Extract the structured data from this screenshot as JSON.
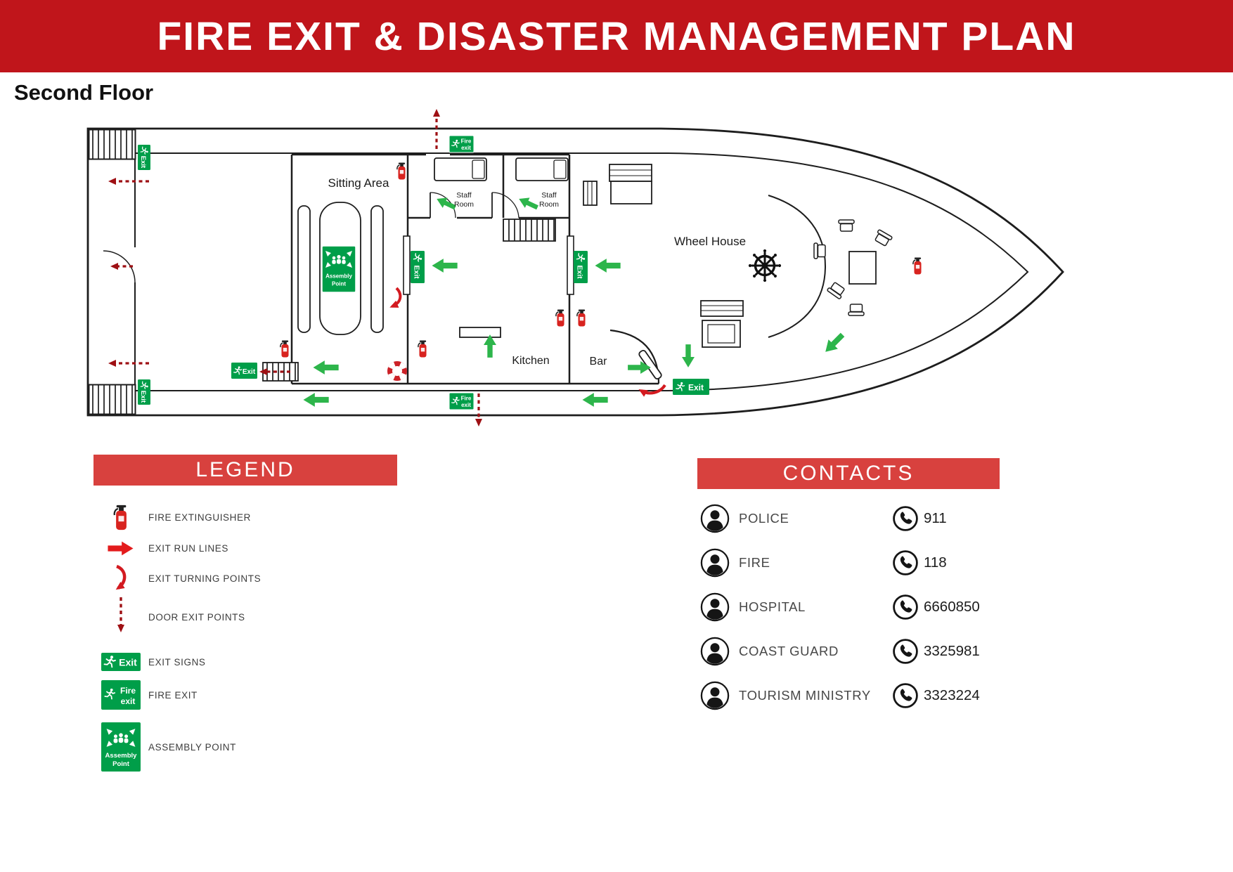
{
  "header": {
    "title": "FIRE EXIT & DISASTER MANAGEMENT PLAN"
  },
  "floor_label": "Second Floor",
  "diagram": {
    "rooms": {
      "sitting_area": "Sitting Area",
      "staff_room": {
        "line1": "Staff",
        "line2": "Room"
      },
      "wheel_house": "Wheel House",
      "kitchen": "Kitchen",
      "bar": "Bar"
    },
    "signs": {
      "exit": "Exit",
      "fire_line1": "Fire",
      "fire_line2": "exit",
      "assembly_line1": "Assembly",
      "assembly_line2": "Point"
    }
  },
  "legend": {
    "title": "LEGEND",
    "items": [
      {
        "icon": "fire-extinguisher-icon",
        "label": "FIRE EXTINGUISHER"
      },
      {
        "icon": "exit-run-line-icon",
        "label": "EXIT RUN LINES"
      },
      {
        "icon": "exit-turning-point-icon",
        "label": "EXIT TURNING POINTS"
      },
      {
        "icon": "door-exit-point-icon",
        "label": "DOOR EXIT POINTS"
      },
      {
        "icon": "exit-sign-icon",
        "label": "EXIT SIGNS"
      },
      {
        "icon": "fire-exit-sign-icon",
        "label": "FIRE EXIT"
      },
      {
        "icon": "assembly-point-icon",
        "label": "ASSEMBLY POINT"
      }
    ]
  },
  "contacts": {
    "title": "CONTACTS",
    "items": [
      {
        "name": "POLICE",
        "number": "911"
      },
      {
        "name": "FIRE",
        "number": "118"
      },
      {
        "name": "HOSPITAL",
        "number": "6660850"
      },
      {
        "name": "COAST GUARD",
        "number": "3325981"
      },
      {
        "name": "TOURISM MINISTRY",
        "number": "3323224"
      }
    ]
  },
  "colors": {
    "banner_red": "#c0151b",
    "panel_red": "#d8413e",
    "sign_green": "#009e49",
    "arrow_green": "#2db54b",
    "arrow_dark_red": "#9e1014",
    "arrow_bright_red": "#d31a20",
    "line_dark": "#1d1d1d"
  }
}
